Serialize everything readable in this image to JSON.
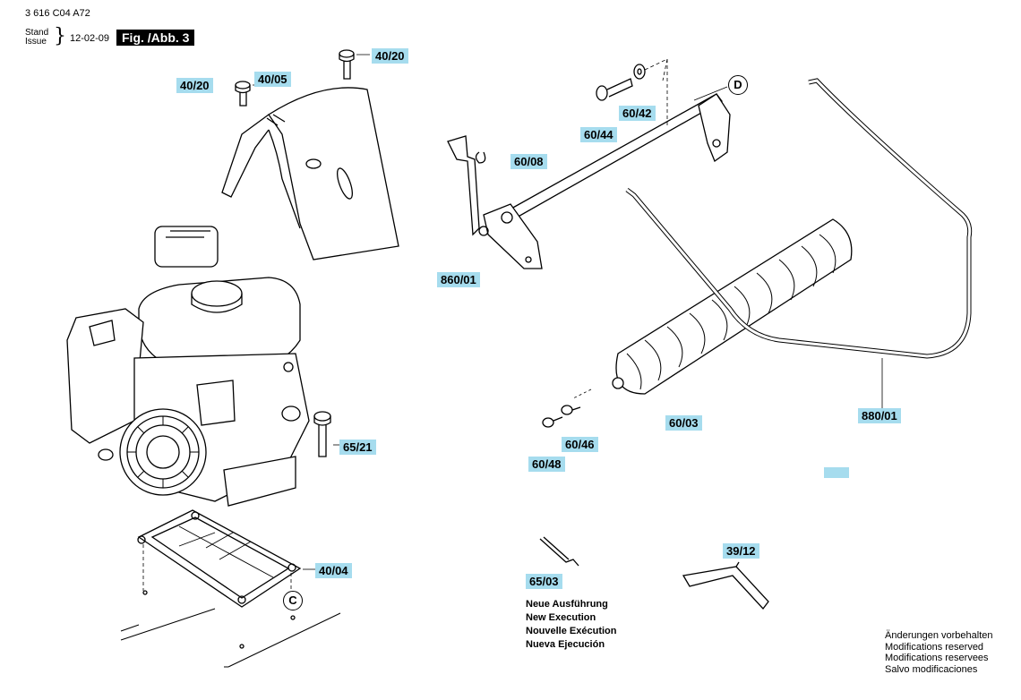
{
  "header": {
    "doc_number": "3 616 C04 A72",
    "stand_label": "Stand",
    "issue_label": "Issue",
    "date": "12-02-09",
    "figure": "Fig. /Abb. 3"
  },
  "parts": {
    "p40_20a": "40/20",
    "p40_20b": "40/20",
    "p40_05": "40/05",
    "p60_42": "60/42",
    "p60_44": "60/44",
    "p60_08": "60/08",
    "p860_01": "860/01",
    "p65_21": "65/21",
    "p40_04": "40/04",
    "p60_03": "60/03",
    "p60_46": "60/46",
    "p60_48": "60/48",
    "p880_01": "880/01",
    "p65_03": "65/03",
    "p39_12": "39/12"
  },
  "callouts": {
    "c": "C",
    "d": "D"
  },
  "note_lines": [
    "Neue Ausführung",
    "New Execution",
    "Nouvelle Exécution",
    "Nueva Ejecución"
  ],
  "mods_lines": [
    "Änderungen vorbehalten",
    "Modifications reserved",
    "Modifications reservees",
    "Salvo modificaciones"
  ],
  "colors": {
    "label_highlight": "#a6dcee",
    "figure_bg": "#000000"
  }
}
